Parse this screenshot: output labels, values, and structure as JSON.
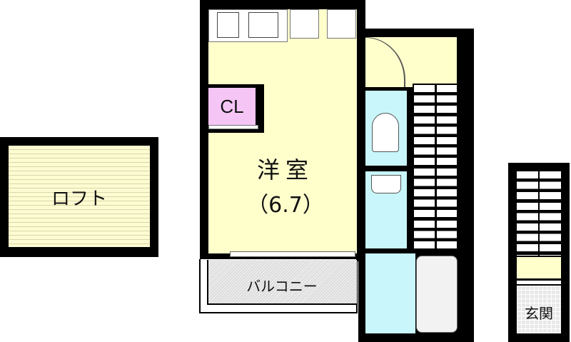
{
  "floorplan": {
    "rooms": {
      "loft": {
        "label": "ロフト",
        "fill": "#fdfbd2"
      },
      "western_room": {
        "label": "洋室",
        "size": "（6.7）",
        "fill": "#ffffcc"
      },
      "closet": {
        "label": "CL",
        "fill": "#f5c6f5"
      },
      "balcony": {
        "label": "バルコニー",
        "fill": "#e6e6e6"
      },
      "entrance": {
        "label": "玄関",
        "fill": "#e8e8e8"
      },
      "hall": {
        "fill": "#ffffcc"
      },
      "toilet": {
        "fill": "#c8f6fb"
      },
      "washroom": {
        "fill": "#c8f6fb"
      },
      "bathroom": {
        "fill": "#c8f6fb"
      }
    },
    "fixtures": [
      "kitchen-stove",
      "kitchen-sink",
      "washing-machine-space",
      "refrigerator-space",
      "toilet",
      "washbasin",
      "bathtub",
      "staircase-upper",
      "staircase-entrance"
    ]
  }
}
